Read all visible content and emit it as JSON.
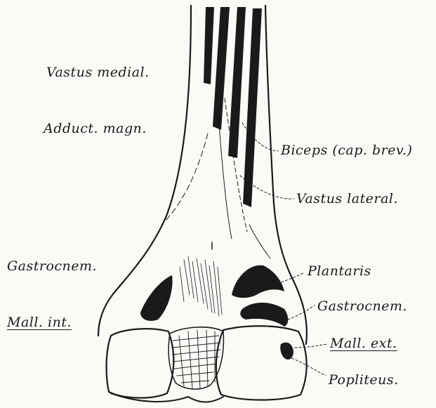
{
  "labels": {
    "vastus_medial": "Vastus medial.",
    "adduct_magn": "Adduct. magn.",
    "biceps": "Biceps (cap. brev.)",
    "vastus_lateral": "Vastus lateral.",
    "gastrocnem_left": "Gastrocnem.",
    "plantaris": "Plantaris",
    "gastrocnem_right": "Gastrocnem.",
    "mall_int": "Mall. int.",
    "mall_ext": "Mall. ext.",
    "popliteus": "Popliteus."
  },
  "colors": {
    "ink": "#1a1a1a",
    "paper": "#fbfaf7"
  }
}
